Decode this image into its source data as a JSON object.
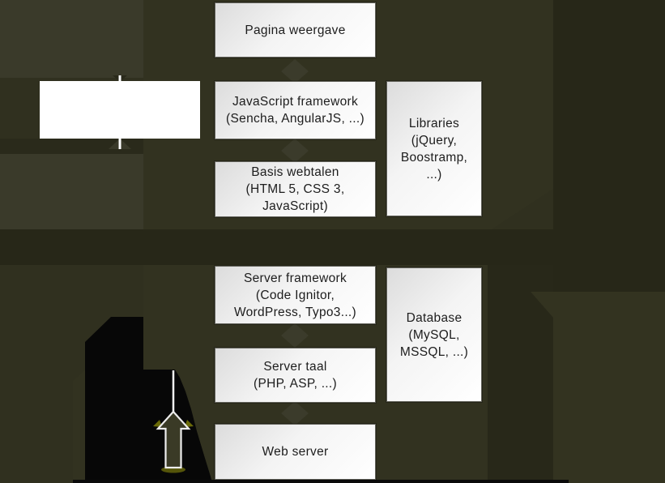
{
  "diagram": {
    "client_side": {
      "pagina_weergave": {
        "lines": [
          "Pagina weergave"
        ]
      },
      "javascript_framework": {
        "lines": [
          "JavaScript framework",
          "(Sencha, AngularJS, ...)"
        ]
      },
      "basis_webtalen": {
        "lines": [
          "Basis webtalen",
          "(HTML 5, CSS 3,",
          "JavaScript)"
        ]
      },
      "libraries": {
        "lines": [
          "Libraries",
          "(jQuery,",
          "Boostramp,",
          "...)"
        ]
      }
    },
    "server_side": {
      "server_framework": {
        "lines": [
          "Server framework",
          "(Code Ignitor,",
          "WordPress, Typo3...)"
        ]
      },
      "server_taal": {
        "lines": [
          "Server taal",
          "(PHP, ASP, ...)"
        ]
      },
      "web_server": {
        "lines": [
          "Web server"
        ]
      },
      "database": {
        "lines": [
          "Database",
          "(MySQL,",
          "MSSQL, ...)"
        ]
      }
    },
    "icons": {
      "arrow": "up-arrow-icon"
    },
    "colors": {
      "background": "#30301f",
      "background_light": "#3a3a2a",
      "background_dark": "#272718",
      "silhouette_black": "#070707",
      "box_fill_top": "#dcdcdc",
      "box_fill_bottom": "#ffffff",
      "box_border": "#62625a",
      "box_text": "#1d1d1d",
      "connector_white": "#f5f5f5",
      "accent_dark_yellow": "#66660a",
      "diamond": "#3b3b2b"
    }
  }
}
